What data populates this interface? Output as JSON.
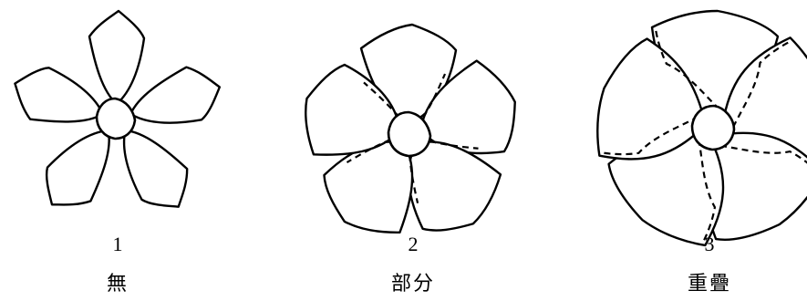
{
  "panels": [
    {
      "number": "1",
      "caption": "無"
    },
    {
      "number": "2",
      "caption": "部分"
    },
    {
      "number": "3",
      "caption": "重疊"
    }
  ]
}
